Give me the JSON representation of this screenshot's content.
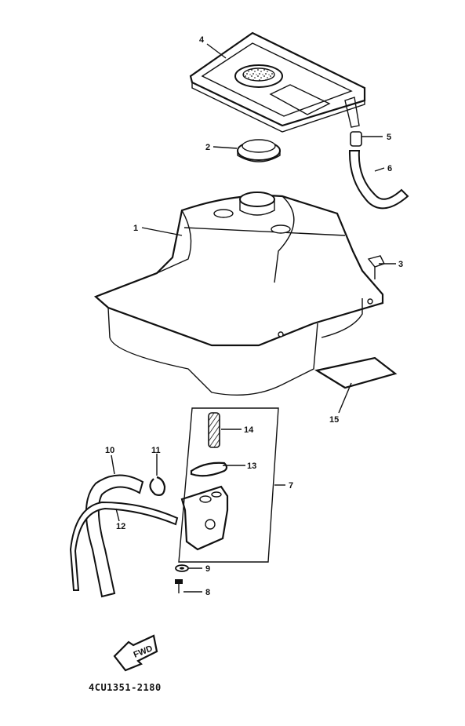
{
  "diagram": {
    "part_number": "4CU1351-2180",
    "fwd_label": "FWD",
    "callouts": [
      {
        "id": "1",
        "label": "1"
      },
      {
        "id": "2",
        "label": "2"
      },
      {
        "id": "3",
        "label": "3"
      },
      {
        "id": "4",
        "label": "4"
      },
      {
        "id": "5",
        "label": "5"
      },
      {
        "id": "6",
        "label": "6"
      },
      {
        "id": "7",
        "label": "7"
      },
      {
        "id": "8",
        "label": "8"
      },
      {
        "id": "9",
        "label": "9"
      },
      {
        "id": "10",
        "label": "10"
      },
      {
        "id": "11",
        "label": "11"
      },
      {
        "id": "12",
        "label": "12"
      },
      {
        "id": "13",
        "label": "13"
      },
      {
        "id": "14",
        "label": "14"
      },
      {
        "id": "15",
        "label": "15"
      }
    ]
  }
}
